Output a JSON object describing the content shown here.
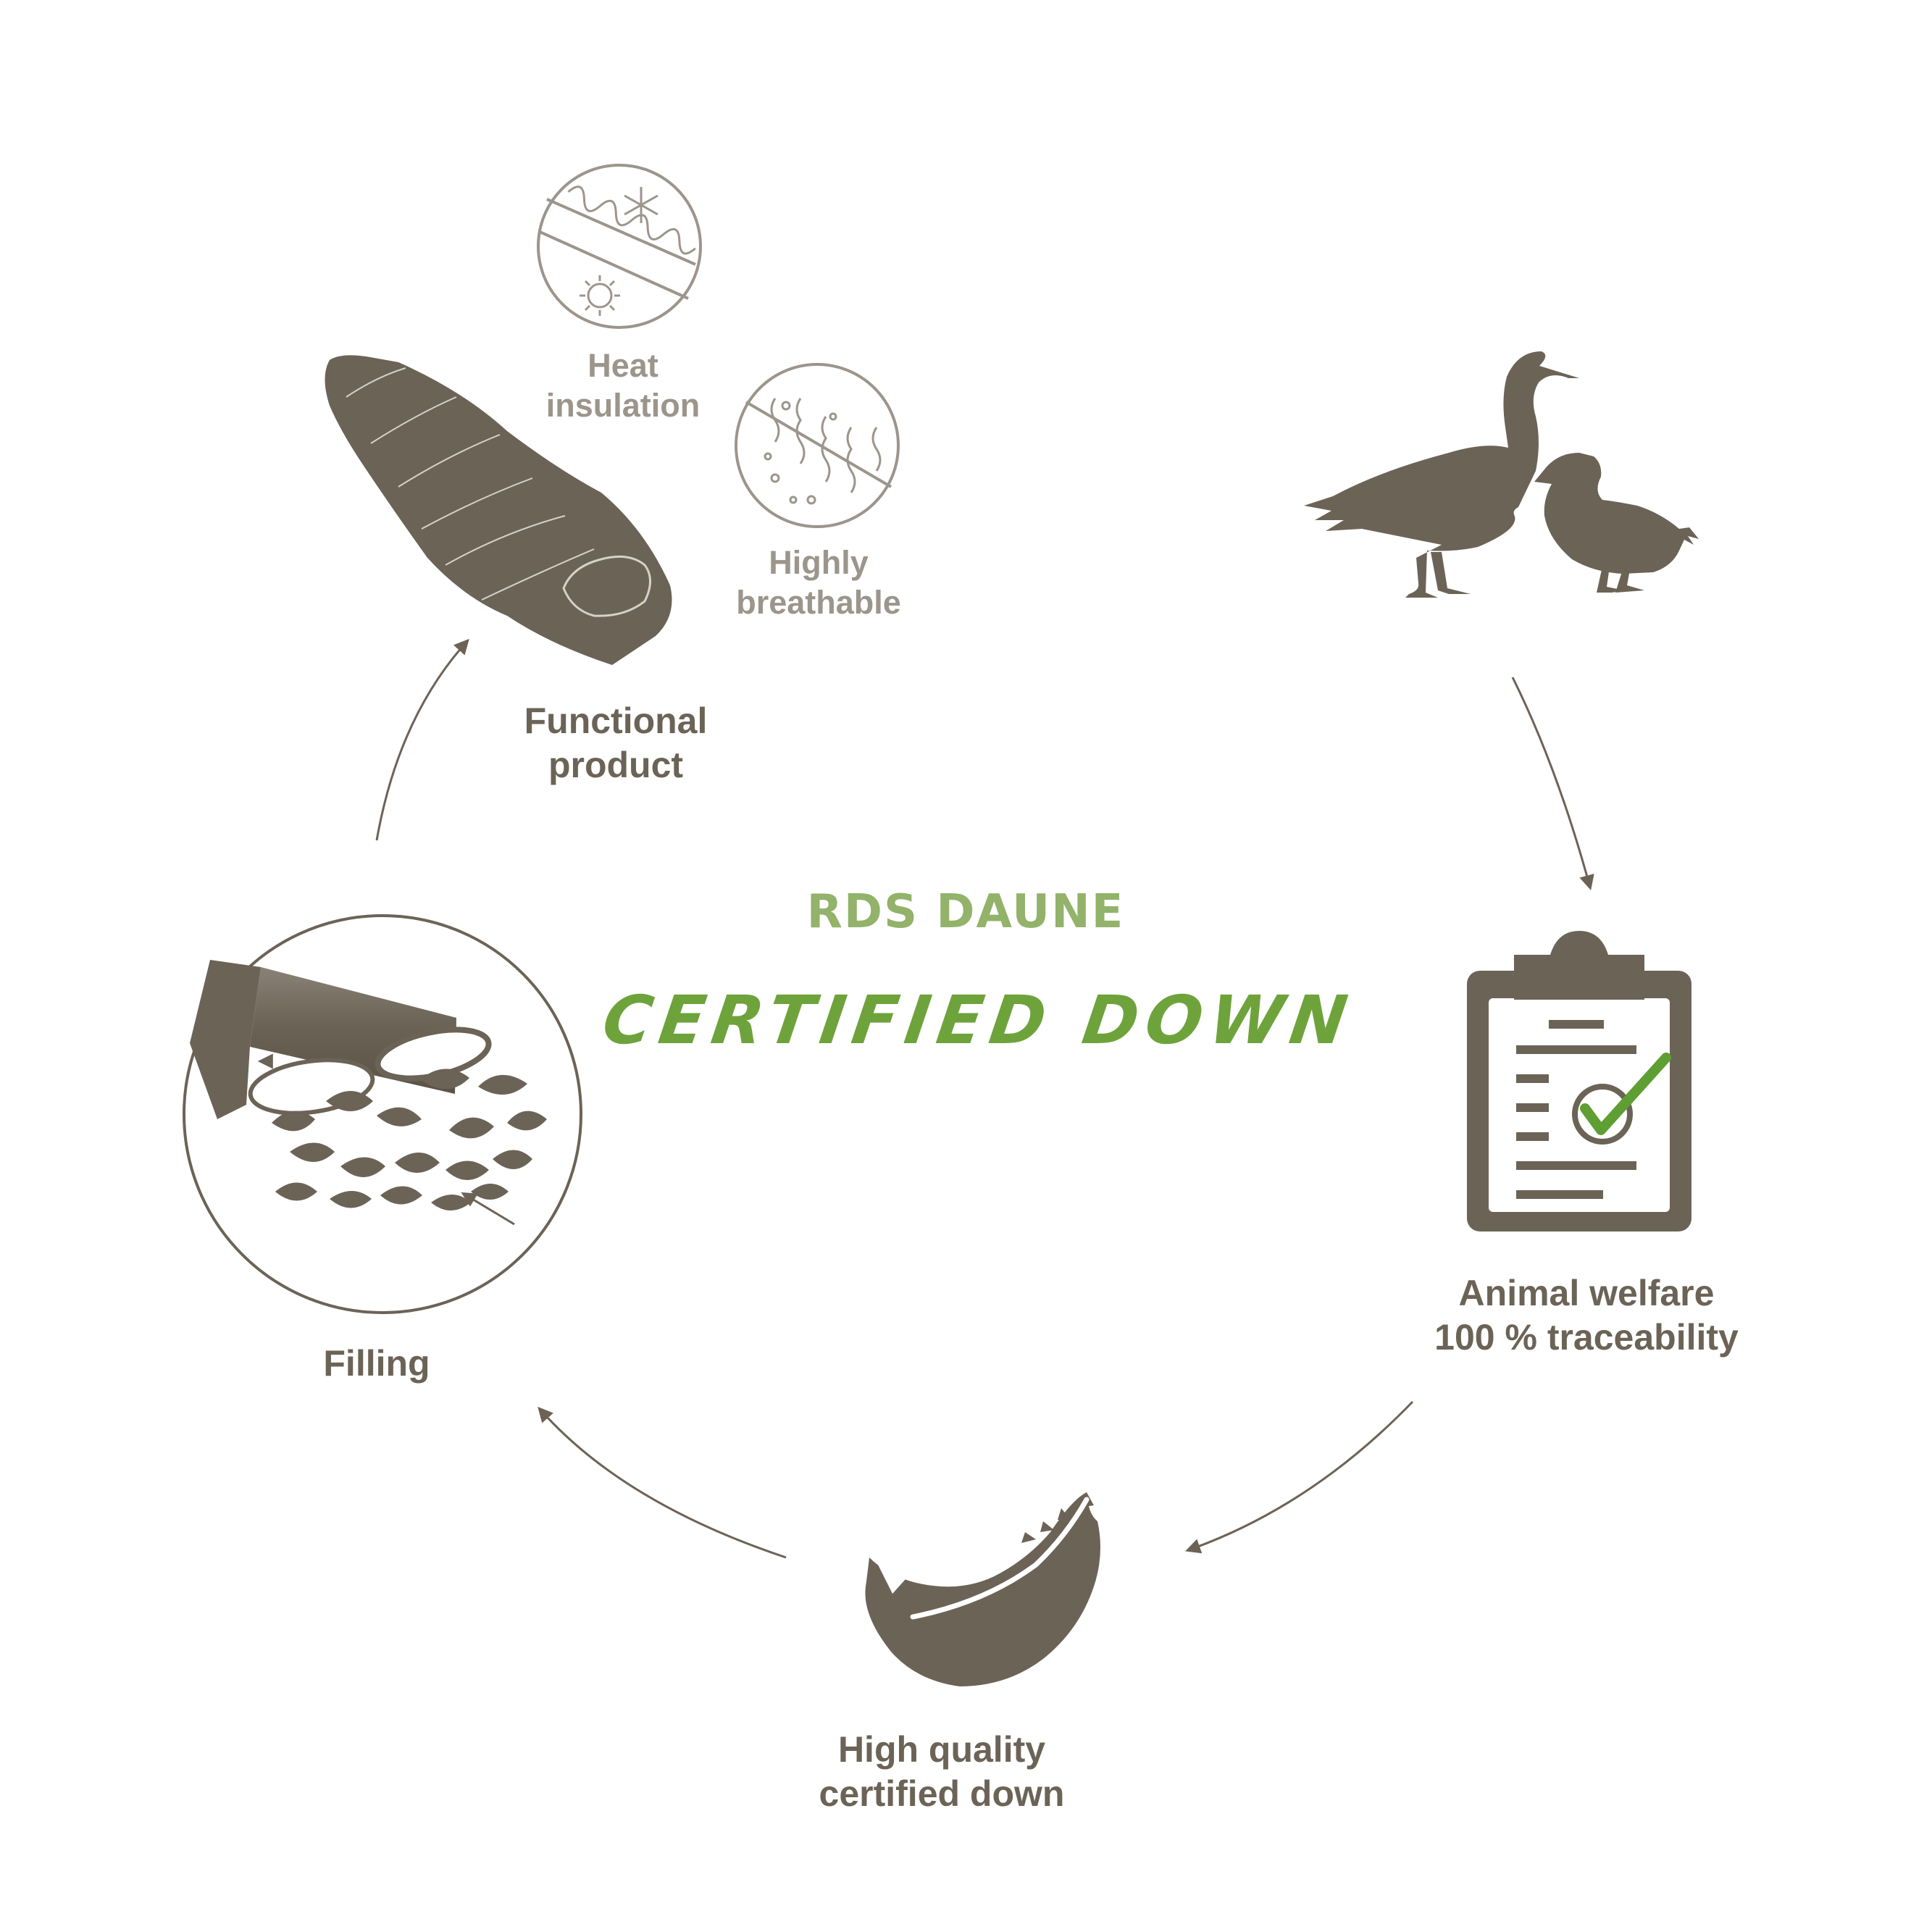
{
  "center": {
    "title": "RDS DAUNE",
    "subtitle": "CERTIFIED DOWN"
  },
  "steps": {
    "birds": {
      "label_line1": "",
      "label_line2": ""
    },
    "animal_welfare": {
      "label_line1": "Animal welfare",
      "label_line2": "100 % traceability"
    },
    "high_quality": {
      "label_line1": "High quality",
      "label_line2": "certified down"
    },
    "filling": {
      "label_line1": "Filling"
    },
    "functional_product": {
      "label_line1": "Functional",
      "label_line2": "product"
    }
  },
  "features": {
    "heat_insulation": {
      "label_line1": "Heat",
      "label_line2": "insulation"
    },
    "highly_breathable": {
      "label_line1": "Highly",
      "label_line2": "breathable"
    }
  },
  "colors": {
    "icon_dark": "#6c6357",
    "icon_light": "#9c958c",
    "title_green": "#93b26a",
    "script_green": "#6ea33c",
    "check_green": "#5e9e32"
  },
  "icons": {
    "birds": "goose-and-duck-icon",
    "clipboard": "clipboard-check-icon",
    "feather": "feather-icon",
    "filling": "down-filling-tube-icon",
    "sleeping_bag": "sleeping-bag-icon",
    "heat_insulation": "heat-insulation-icon",
    "breathable": "breathable-icon"
  }
}
